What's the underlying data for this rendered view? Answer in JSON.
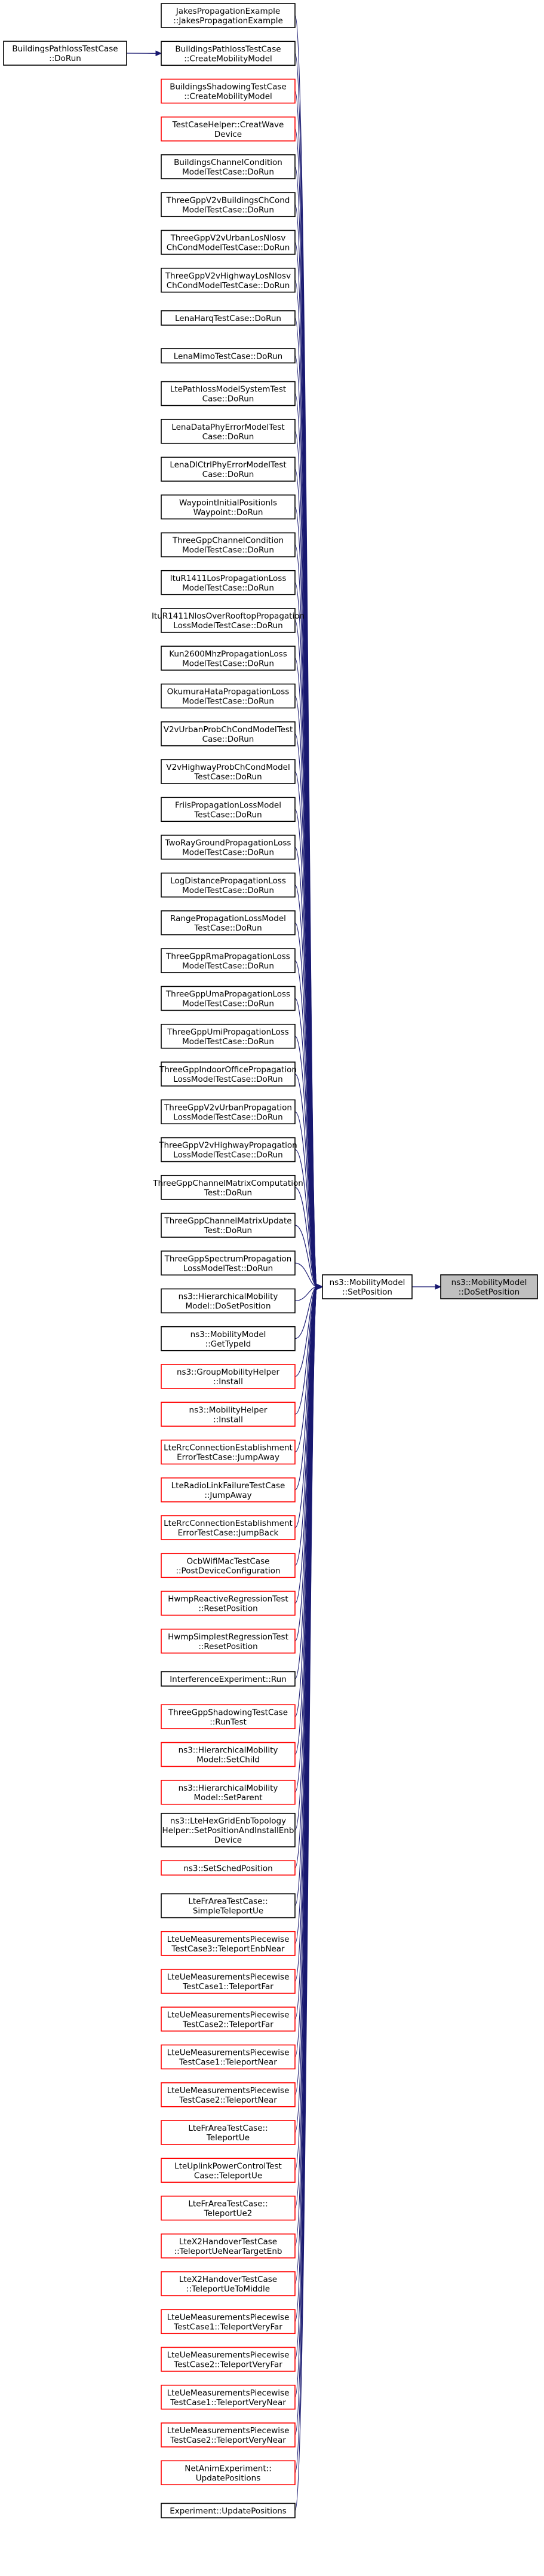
{
  "colors": {
    "edge": "#191970",
    "border_documented": "#000000",
    "border_undocumented": "#ff0000",
    "focus_fill": "#bfbfbf"
  },
  "focus": {
    "lines": [
      "ns3::MobilityModel",
      "::DoSetPosition"
    ]
  },
  "hub": {
    "lines": [
      "ns3::MobilityModel",
      "::SetPosition"
    ],
    "style": "black"
  },
  "extra_caller": {
    "lines": [
      "BuildingsPathlossTestCase",
      "::DoRun"
    ],
    "style": "black",
    "calls_index": 1
  },
  "callers": [
    {
      "lines": [
        "JakesPropagationExample",
        "::JakesPropagationExample"
      ],
      "style": "black"
    },
    {
      "lines": [
        "BuildingsPathlossTestCase",
        "::CreateMobilityModel"
      ],
      "style": "black"
    },
    {
      "lines": [
        "BuildingsShadowingTestCase",
        "::CreateMobilityModel"
      ],
      "style": "red"
    },
    {
      "lines": [
        "TestCaseHelper::CreatWave",
        "Device"
      ],
      "style": "red"
    },
    {
      "lines": [
        "BuildingsChannelCondition",
        "ModelTestCase::DoRun"
      ],
      "style": "black"
    },
    {
      "lines": [
        "ThreeGppV2vBuildingsChCond",
        "ModelTestCase::DoRun"
      ],
      "style": "black"
    },
    {
      "lines": [
        "ThreeGppV2vUrbanLosNlosv",
        "ChCondModelTestCase::DoRun"
      ],
      "style": "black"
    },
    {
      "lines": [
        "ThreeGppV2vHighwayLosNlosv",
        "ChCondModelTestCase::DoRun"
      ],
      "style": "black"
    },
    {
      "lines": [
        "LenaHarqTestCase::DoRun"
      ],
      "style": "black"
    },
    {
      "lines": [
        "LenaMimoTestCase::DoRun"
      ],
      "style": "black"
    },
    {
      "lines": [
        "LtePathlossModelSystemTest",
        "Case::DoRun"
      ],
      "style": "black"
    },
    {
      "lines": [
        "LenaDataPhyErrorModelTest",
        "Case::DoRun"
      ],
      "style": "black"
    },
    {
      "lines": [
        "LenaDlCtrlPhyErrorModelTest",
        "Case::DoRun"
      ],
      "style": "black"
    },
    {
      "lines": [
        "WaypointInitialPositionIs",
        "Waypoint::DoRun"
      ],
      "style": "black"
    },
    {
      "lines": [
        "ThreeGppChannelCondition",
        "ModelTestCase::DoRun"
      ],
      "style": "black"
    },
    {
      "lines": [
        "ItuR1411LosPropagationLoss",
        "ModelTestCase::DoRun"
      ],
      "style": "black"
    },
    {
      "lines": [
        "ItuR1411NlosOverRooftopPropagation",
        "LossModelTestCase::DoRun"
      ],
      "style": "black"
    },
    {
      "lines": [
        "Kun2600MhzPropagationLoss",
        "ModelTestCase::DoRun"
      ],
      "style": "black"
    },
    {
      "lines": [
        "OkumuraHataPropagationLoss",
        "ModelTestCase::DoRun"
      ],
      "style": "black"
    },
    {
      "lines": [
        "V2vUrbanProbChCondModelTest",
        "Case::DoRun"
      ],
      "style": "black"
    },
    {
      "lines": [
        "V2vHighwayProbChCondModel",
        "TestCase::DoRun"
      ],
      "style": "black"
    },
    {
      "lines": [
        "FriisPropagationLossModel",
        "TestCase::DoRun"
      ],
      "style": "black"
    },
    {
      "lines": [
        "TwoRayGroundPropagationLoss",
        "ModelTestCase::DoRun"
      ],
      "style": "black"
    },
    {
      "lines": [
        "LogDistancePropagationLoss",
        "ModelTestCase::DoRun"
      ],
      "style": "black"
    },
    {
      "lines": [
        "RangePropagationLossModel",
        "TestCase::DoRun"
      ],
      "style": "black"
    },
    {
      "lines": [
        "ThreeGppRmaPropagationLoss",
        "ModelTestCase::DoRun"
      ],
      "style": "black"
    },
    {
      "lines": [
        "ThreeGppUmaPropagationLoss",
        "ModelTestCase::DoRun"
      ],
      "style": "black"
    },
    {
      "lines": [
        "ThreeGppUmiPropagationLoss",
        "ModelTestCase::DoRun"
      ],
      "style": "black"
    },
    {
      "lines": [
        "ThreeGppIndoorOfficePropagation",
        "LossModelTestCase::DoRun"
      ],
      "style": "black"
    },
    {
      "lines": [
        "ThreeGppV2vUrbanPropagation",
        "LossModelTestCase::DoRun"
      ],
      "style": "black"
    },
    {
      "lines": [
        "ThreeGppV2vHighwayPropagation",
        "LossModelTestCase::DoRun"
      ],
      "style": "black"
    },
    {
      "lines": [
        "ThreeGppChannelMatrixComputation",
        "Test::DoRun"
      ],
      "style": "black"
    },
    {
      "lines": [
        "ThreeGppChannelMatrixUpdate",
        "Test::DoRun"
      ],
      "style": "black"
    },
    {
      "lines": [
        "ThreeGppSpectrumPropagation",
        "LossModelTest::DoRun"
      ],
      "style": "black"
    },
    {
      "lines": [
        "ns3::HierarchicalMobility",
        "Model::DoSetPosition"
      ],
      "style": "black"
    },
    {
      "lines": [
        "ns3::MobilityModel",
        "::GetTypeId"
      ],
      "style": "black"
    },
    {
      "lines": [
        "ns3::GroupMobilityHelper",
        "::Install"
      ],
      "style": "red"
    },
    {
      "lines": [
        "ns3::MobilityHelper",
        "::Install"
      ],
      "style": "red"
    },
    {
      "lines": [
        "LteRrcConnectionEstablishment",
        "ErrorTestCase::JumpAway"
      ],
      "style": "red"
    },
    {
      "lines": [
        "LteRadioLinkFailureTestCase",
        "::JumpAway"
      ],
      "style": "red"
    },
    {
      "lines": [
        "LteRrcConnectionEstablishment",
        "ErrorTestCase::JumpBack"
      ],
      "style": "red"
    },
    {
      "lines": [
        "OcbWifiMacTestCase",
        "::PostDeviceConfiguration"
      ],
      "style": "red"
    },
    {
      "lines": [
        "HwmpReactiveRegressionTest",
        "::ResetPosition"
      ],
      "style": "red"
    },
    {
      "lines": [
        "HwmpSimplestRegressionTest",
        "::ResetPosition"
      ],
      "style": "red"
    },
    {
      "lines": [
        "InterferenceExperiment::Run"
      ],
      "style": "black"
    },
    {
      "lines": [
        "ThreeGppShadowingTestCase",
        "::RunTest"
      ],
      "style": "red"
    },
    {
      "lines": [
        "ns3::HierarchicalMobility",
        "Model::SetChild"
      ],
      "style": "red"
    },
    {
      "lines": [
        "ns3::HierarchicalMobility",
        "Model::SetParent"
      ],
      "style": "red"
    },
    {
      "lines": [
        "ns3::LteHexGridEnbTopology",
        "Helper::SetPositionAndInstallEnb",
        "Device"
      ],
      "style": "black"
    },
    {
      "lines": [
        "ns3::SetSchedPosition"
      ],
      "style": "red"
    },
    {
      "lines": [
        "LteFrAreaTestCase::",
        "SimpleTeleportUe"
      ],
      "style": "black"
    },
    {
      "lines": [
        "LteUeMeasurementsPiecewise",
        "TestCase3::TeleportEnbNear"
      ],
      "style": "red"
    },
    {
      "lines": [
        "LteUeMeasurementsPiecewise",
        "TestCase1::TeleportFar"
      ],
      "style": "red"
    },
    {
      "lines": [
        "LteUeMeasurementsPiecewise",
        "TestCase2::TeleportFar"
      ],
      "style": "red"
    },
    {
      "lines": [
        "LteUeMeasurementsPiecewise",
        "TestCase1::TeleportNear"
      ],
      "style": "red"
    },
    {
      "lines": [
        "LteUeMeasurementsPiecewise",
        "TestCase2::TeleportNear"
      ],
      "style": "red"
    },
    {
      "lines": [
        "LteFrAreaTestCase::",
        "TeleportUe"
      ],
      "style": "red"
    },
    {
      "lines": [
        "LteUplinkPowerControlTest",
        "Case::TeleportUe"
      ],
      "style": "red"
    },
    {
      "lines": [
        "LteFrAreaTestCase::",
        "TeleportUe2"
      ],
      "style": "red"
    },
    {
      "lines": [
        "LteX2HandoverTestCase",
        "::TeleportUeNearTargetEnb"
      ],
      "style": "red"
    },
    {
      "lines": [
        "LteX2HandoverTestCase",
        "::TeleportUeToMiddle"
      ],
      "style": "red"
    },
    {
      "lines": [
        "LteUeMeasurementsPiecewise",
        "TestCase1::TeleportVeryFar"
      ],
      "style": "red"
    },
    {
      "lines": [
        "LteUeMeasurementsPiecewise",
        "TestCase2::TeleportVeryFar"
      ],
      "style": "red"
    },
    {
      "lines": [
        "LteUeMeasurementsPiecewise",
        "TestCase1::TeleportVeryNear"
      ],
      "style": "red"
    },
    {
      "lines": [
        "LteUeMeasurementsPiecewise",
        "TestCase2::TeleportVeryNear"
      ],
      "style": "red"
    },
    {
      "lines": [
        "NetAnimExperiment::",
        "UpdatePositions"
      ],
      "style": "red"
    },
    {
      "lines": [
        "Experiment::UpdatePositions"
      ],
      "style": "black"
    }
  ]
}
